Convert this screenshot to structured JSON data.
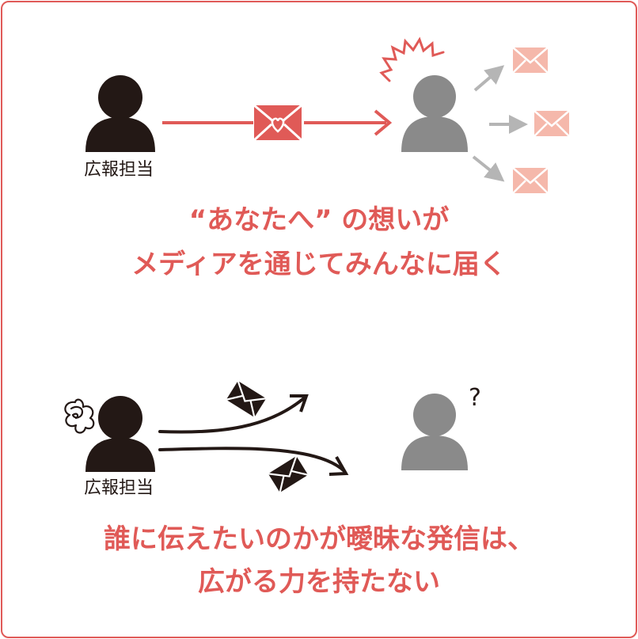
{
  "colors": {
    "accent": "#e05a57",
    "pink": "#f5b8ab",
    "dark": "#231815",
    "gray": "#8a8a8a",
    "lightgray": "#b5b5b5"
  },
  "top": {
    "sender_label": "広報担当",
    "message_line1": "“あなたへ” の想いが",
    "message_line2": "メディアを通じてみんなに届く"
  },
  "bottom": {
    "sender_label": "広報担当",
    "question_mark": "?",
    "message_line1": "誰に伝えたいのかが曖昧な発信は、",
    "message_line2": "広がる力を持たない"
  },
  "icons": [
    "person-icon",
    "heart-envelope-icon",
    "envelope-icon",
    "burst-icon",
    "confused-scribble-icon",
    "arrow-icon"
  ]
}
